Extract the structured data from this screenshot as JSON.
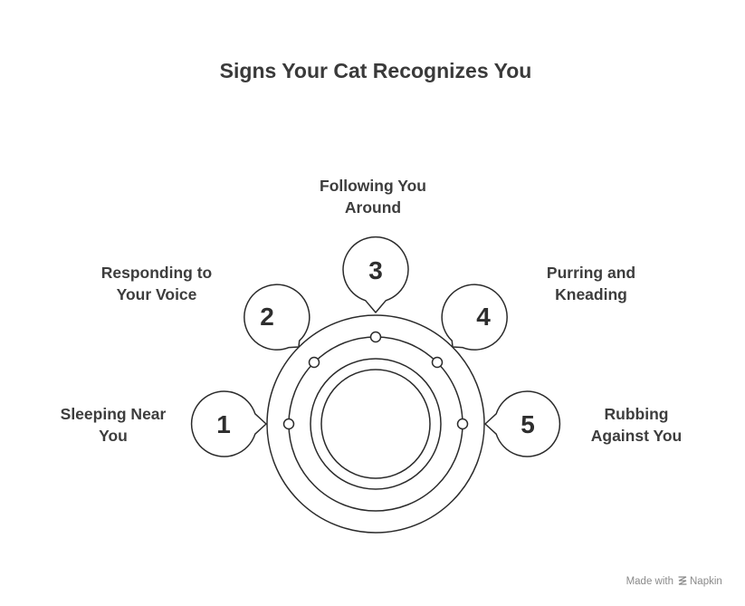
{
  "title": "Signs Your Cat Recognizes You",
  "signs": [
    {
      "number": "1",
      "label": [
        "Sleeping Near",
        "You"
      ]
    },
    {
      "number": "2",
      "label": [
        "Responding to",
        "Your Voice"
      ]
    },
    {
      "number": "3",
      "label": [
        "Following You",
        "Around"
      ]
    },
    {
      "number": "4",
      "label": [
        "Purring and",
        "Kneading"
      ]
    },
    {
      "number": "5",
      "label": [
        "Rubbing",
        "Against You"
      ]
    }
  ],
  "footer": {
    "made_with": "Made with",
    "brand": "Napkin"
  },
  "colors": {
    "stroke": "#2b2b2b",
    "title": "#3a3a3a",
    "label": "#3d3d3d",
    "footer": "#8a8a8a"
  }
}
